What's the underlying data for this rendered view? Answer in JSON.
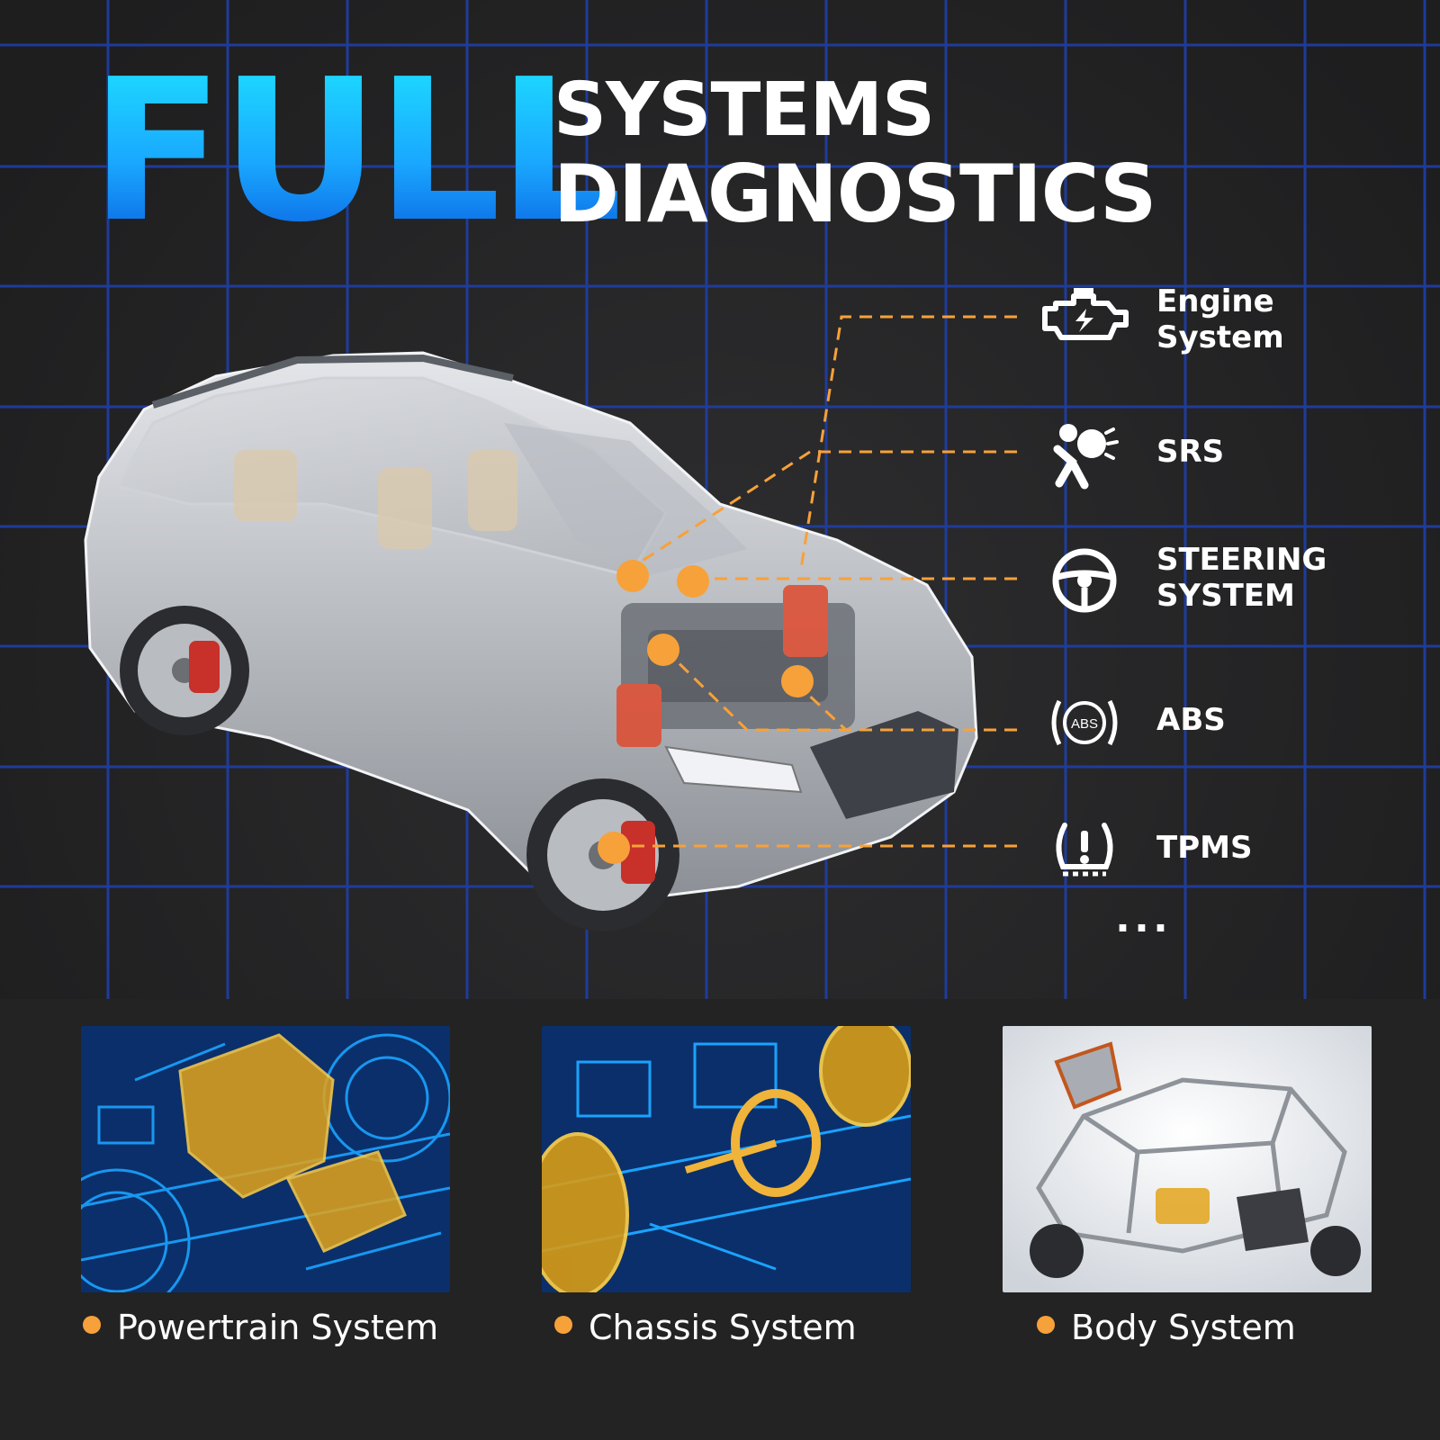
{
  "headline": {
    "big_word": "FULL",
    "line1": "SYSTEMS",
    "line2": "DIAGNOSTICS"
  },
  "systems": [
    {
      "label": "Engine\nSystem",
      "icon": "engine-check-icon"
    },
    {
      "label": "SRS",
      "icon": "airbag-icon"
    },
    {
      "label": "STEERING\nSYSTEM",
      "icon": "steering-wheel-icon"
    },
    {
      "label": "ABS",
      "icon": "abs-icon",
      "icon_text": "ABS"
    },
    {
      "label": "TPMS",
      "icon": "tire-pressure-icon"
    }
  ],
  "more_indicator": "...",
  "categories": [
    {
      "label": "Powertrain System",
      "image": "powertrain-illustration"
    },
    {
      "label": "Chassis System",
      "image": "chassis-illustration"
    },
    {
      "label": "Body System",
      "image": "body-illustration"
    }
  ],
  "colors": {
    "background": "#232323",
    "grid": "#1f3fa8",
    "accent": "#f7a13a",
    "headline_gradient_top": "#1de0ff",
    "headline_gradient_bottom": "#0a5fe0"
  }
}
